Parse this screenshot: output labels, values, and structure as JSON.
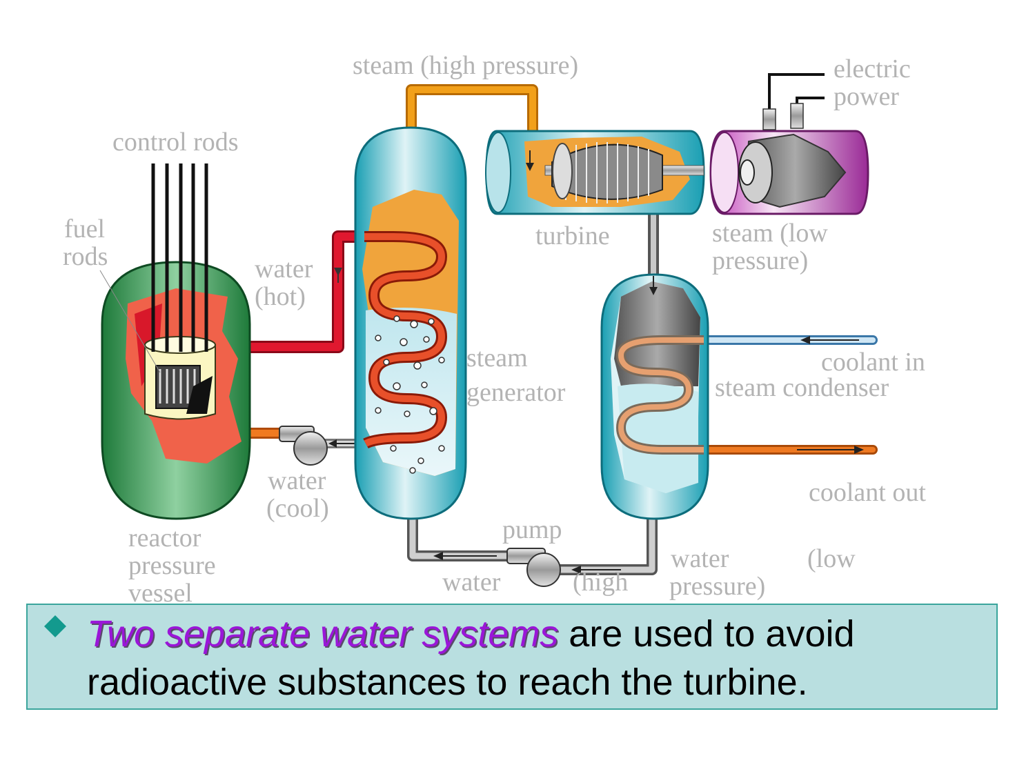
{
  "labels": {
    "steam_high": "steam (high pressure)",
    "electric": "electric",
    "power": "power",
    "control_rods": "control rods",
    "fuel": "fuel",
    "rods": "rods",
    "turbine": "turbine",
    "steam_low_1": "steam (low",
    "steam_low_2": "pressure)",
    "water_hot_1": "water",
    "water_hot_2": "(hot)",
    "steam_gen_1": "steam",
    "steam_gen_2": "generator",
    "coolant_in": "coolant in",
    "steam_condenser": "steam condenser",
    "water_cool_1": "water",
    "water_cool_2": "(cool)",
    "coolant_out": "coolant out",
    "reactor_1": "reactor",
    "reactor_2": "pressure",
    "reactor_3": "vessel",
    "pump": "pump",
    "water_low_a": "water",
    "water_low_b": "(low",
    "water_low_c": "pressure)",
    "water_high_a": "water",
    "water_high_b": "(high"
  },
  "caption": {
    "emphasis": "Two separate water systems",
    "rest": " are used to avoid radioactive substances to reach the turbine."
  },
  "colors": {
    "hot_pipe": "#d9142b",
    "steam_pipe": "#e8950c",
    "cool_pipe": "#e8701c",
    "vessel_blue": "#4fbccb",
    "reactor_green": "#2f8a4a",
    "generator_purple": "#b63ab0",
    "caption_bg": "#b9dfe0"
  }
}
